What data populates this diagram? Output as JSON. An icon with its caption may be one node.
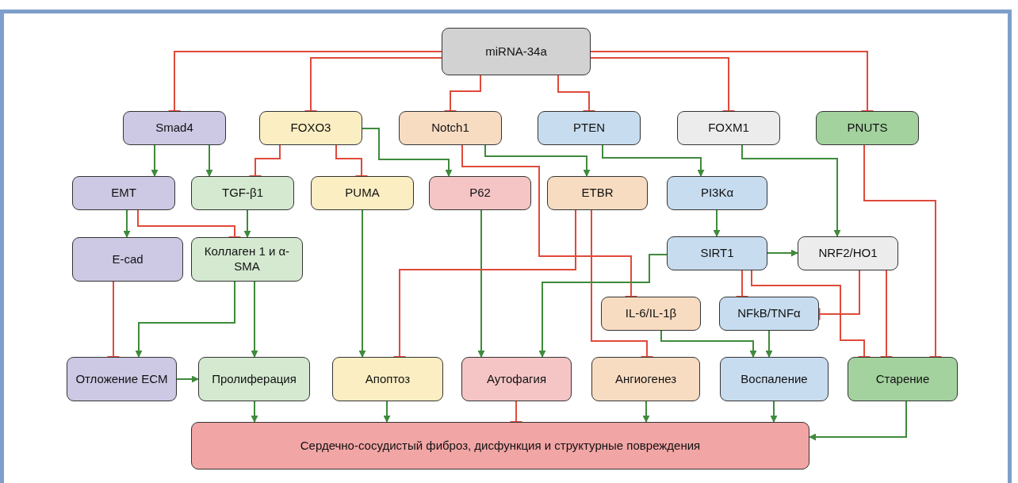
{
  "diagram": {
    "nodes": [
      {
        "text": [
          "miRNA-34a"
        ]
      },
      {
        "text": [
          "Smad4"
        ]
      },
      {
        "text": [
          "FOXO3"
        ]
      },
      {
        "text": [
          "Notch1"
        ]
      },
      {
        "text": [
          "PTEN"
        ]
      },
      {
        "text": [
          "FOXM1"
        ]
      },
      {
        "text": [
          "PNUTS"
        ]
      },
      {
        "text": [
          "EMT"
        ]
      },
      {
        "text": [
          "TGF-β1"
        ]
      },
      {
        "text": [
          "PUMA"
        ]
      },
      {
        "text": [
          "P62"
        ]
      },
      {
        "text": [
          "ETBR"
        ]
      },
      {
        "text": [
          "PI3Kα"
        ]
      },
      {
        "text": [
          "E-cad"
        ]
      },
      {
        "text": [
          "Коллаген 1 и α-SMA"
        ]
      },
      {
        "text": [
          "SIRT1"
        ]
      },
      {
        "text": [
          "NRF2/HO1"
        ]
      },
      {
        "text": [
          "IL-6/IL-1β"
        ]
      },
      {
        "text": [
          "NFkB/TNFα"
        ]
      },
      {
        "text": [
          "Отложение ECM"
        ]
      },
      {
        "text": [
          "Пролиферация"
        ]
      },
      {
        "text": [
          "Апоптоз"
        ]
      },
      {
        "text": [
          "Аутофагия"
        ]
      },
      {
        "text": [
          "Ангиогенез"
        ]
      },
      {
        "text": [
          "Воспаление"
        ]
      },
      {
        "text": [
          "Старение"
        ]
      },
      {
        "text": [
          "Сердечно-сосудистый фиброз, дисфункция и структурные повреждения"
        ]
      }
    ],
    "edges": [
      {
        "from": 0,
        "to": 1,
        "arrow": "other",
        "color": "#e04a3a"
      },
      {
        "from": 0,
        "to": 2,
        "arrow": "other",
        "color": "#e04a3a"
      },
      {
        "from": 0,
        "to": 3,
        "arrow": "other",
        "color": "#e04a3a"
      },
      {
        "from": 0,
        "to": 4,
        "arrow": "other",
        "color": "#e04a3a"
      },
      {
        "from": 0,
        "to": 5,
        "arrow": "other",
        "color": "#e04a3a"
      },
      {
        "from": 0,
        "to": 6,
        "arrow": "other",
        "color": "#e04a3a"
      },
      {
        "from": 1,
        "to": 7,
        "arrow": "to"
      },
      {
        "from": 1,
        "to": 8,
        "arrow": "to"
      },
      {
        "from": 2,
        "to": 8,
        "arrow": "other",
        "color": "#e04a3a"
      },
      {
        "from": 2,
        "to": 9,
        "arrow": "other",
        "color": "#e04a3a"
      },
      {
        "from": 2,
        "to": 10,
        "arrow": "to"
      },
      {
        "from": 3,
        "to": 17,
        "arrow": "other",
        "color": "#e04a3a"
      },
      {
        "from": 3,
        "to": 11,
        "arrow": "to"
      },
      {
        "from": 4,
        "to": 12,
        "arrow": "to"
      },
      {
        "from": 5,
        "to": 16,
        "arrow": "to"
      },
      {
        "from": 6,
        "to": 25,
        "arrow": "other",
        "color": "#e04a3a"
      },
      {
        "from": 7,
        "to": 13,
        "arrow": "to"
      },
      {
        "from": 7,
        "to": 14,
        "arrow": "other",
        "color": "#e04a3a"
      },
      {
        "from": 8,
        "to": 14,
        "arrow": "to"
      },
      {
        "from": 9,
        "to": 21,
        "arrow": "to"
      },
      {
        "from": 10,
        "to": 22,
        "arrow": "to"
      },
      {
        "from": 11,
        "to": 21,
        "arrow": "other",
        "color": "#e04a3a"
      },
      {
        "from": 11,
        "to": 23,
        "arrow": "other",
        "color": "#e04a3a"
      },
      {
        "from": 12,
        "to": 15,
        "arrow": "to"
      },
      {
        "from": 13,
        "to": 19,
        "arrow": "other",
        "color": "#e04a3a"
      },
      {
        "from": 14,
        "to": 19,
        "arrow": "to"
      },
      {
        "from": 14,
        "to": 20,
        "arrow": "to"
      },
      {
        "from": 15,
        "to": 16,
        "arrow": "to"
      },
      {
        "from": 15,
        "to": 22,
        "arrow": "to"
      },
      {
        "from": 15,
        "to": 18,
        "arrow": "other",
        "color": "#e04a3a"
      },
      {
        "from": 15,
        "to": 25,
        "arrow": "other",
        "color": "#e04a3a"
      },
      {
        "from": 16,
        "to": 18,
        "arrow": "other",
        "color": "#e04a3a"
      },
      {
        "from": 16,
        "to": 25,
        "arrow": "other",
        "color": "#e04a3a"
      },
      {
        "from": 17,
        "to": 24,
        "arrow": "to"
      },
      {
        "from": 18,
        "to": 24,
        "arrow": "to"
      },
      {
        "from": 19,
        "to": 20,
        "arrow": "to"
      },
      {
        "from": 20,
        "to": 26,
        "arrow": "to"
      },
      {
        "from": 21,
        "to": 26,
        "arrow": "to"
      },
      {
        "from": 22,
        "to": 26,
        "arrow": "other",
        "color": "#e04a3a"
      },
      {
        "from": 23,
        "to": 26,
        "arrow": "to"
      },
      {
        "from": 24,
        "to": 26,
        "arrow": "to"
      },
      {
        "from": 25,
        "to": 26,
        "arrow": "to"
      }
    ]
  }
}
